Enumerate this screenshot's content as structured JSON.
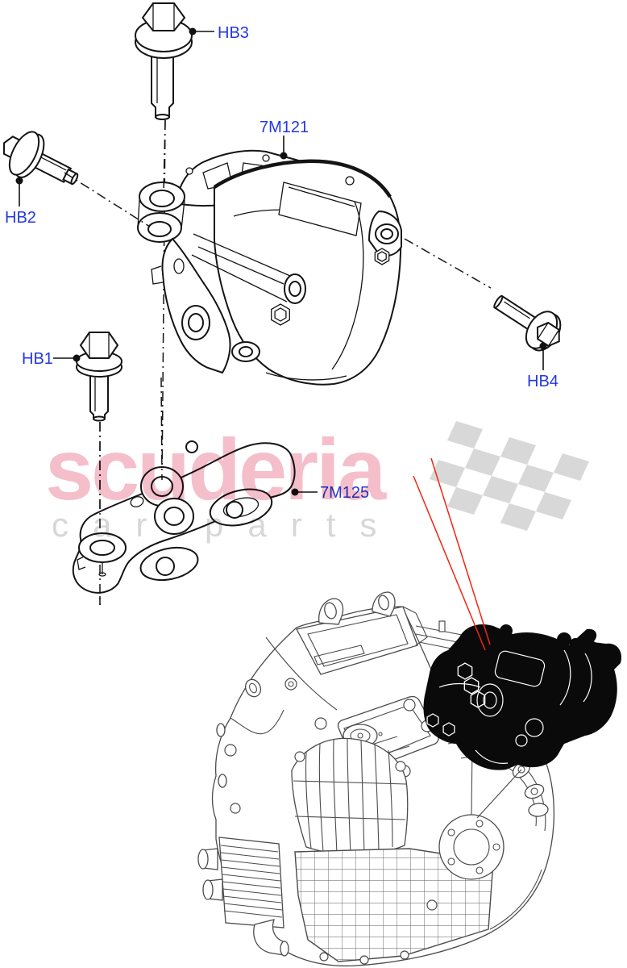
{
  "diagram": {
    "labels": {
      "hb1": "HB1",
      "hb2": "HB2",
      "hb3": "HB3",
      "hb4": "HB4",
      "part_mount": "7M121",
      "part_plate": "7M125"
    },
    "watermark": {
      "brand": "scuderia",
      "tagline": "car parts"
    },
    "colors": {
      "label-blue": "#2438e0",
      "pointer-red": "#f42413",
      "watermark-pink": "#f4bfca",
      "watermark-gray": "#d7d7d7",
      "flag-gray": "#d8d8d8",
      "highlight-black": "#0a0a0a"
    }
  }
}
